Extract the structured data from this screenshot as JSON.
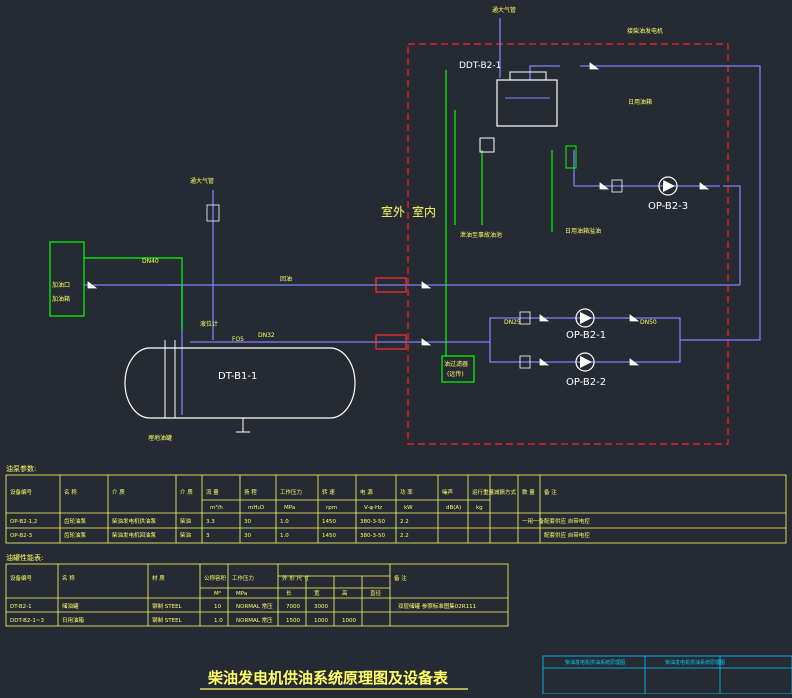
{
  "colors": {
    "background": "#262b33",
    "pipe_blue": "#8080ff",
    "pipe_green": "#00ff00",
    "equipment_white": "#ffffff",
    "valve_red": "#ff3030",
    "text_yellow": "#ffff66",
    "boundary_red": "#ff2020"
  },
  "diagram": {
    "title": "柴油发电机供油系统原理图及设备表",
    "zone_outdoor": "室外",
    "zone_indoor": "室内",
    "tanks": {
      "day_tank": "DDT-B2-1",
      "buried_tank": "DT-B1-1"
    },
    "pumps": {
      "p1": "OP-B2-1",
      "p2": "OP-B2-2",
      "p3": "OP-B2-3"
    },
    "small_labels": {
      "vent_top": "通大气管",
      "to_generator": "接柴油发电机",
      "day_tank_gauge": "日用油箱",
      "drain": "泄油至事故油池",
      "overflow": "日用油箱溢油",
      "vent_left": "通大气管",
      "fill_port": "加油口",
      "fill_box": "加油箱",
      "buried_note": "埋地油罐",
      "return_label": "回油",
      "filter_box": "油过滤器",
      "level_gauge": "液位计",
      "pipe_dn1": "DN40",
      "pipe_dn2": "DN32",
      "pipe_dn3": "DN25",
      "pipe_dn4": "DN50",
      "fo5": "FO5",
      "remote": "(远传)"
    },
    "pump_table": {
      "caption": "油泵参数:",
      "headers": [
        "设备编号",
        "名 称",
        "介 质",
        "介 质",
        "流 量",
        "扬 程",
        "工作压力",
        "转 速",
        "电 源",
        "功 率",
        "噪声",
        "运行重量",
        "减振方式",
        "数 量",
        "备 注"
      ],
      "units": [
        "",
        "",
        "",
        "",
        "m³/h",
        "mH₂O",
        "MPa",
        "rpm",
        "V-φ-Hz",
        "kW",
        "dB(A)",
        "kg",
        "",
        "",
        ""
      ],
      "rows": [
        [
          "OP-B2-1,2",
          "齿轮油泵",
          "柴油发电机供油泵",
          "柴油",
          "3.3",
          "30",
          "1.0",
          "1450",
          "380-3-50",
          "2.2",
          "",
          "",
          "",
          "一用一备",
          "配套供应 自带电控"
        ],
        [
          "OP-B2-3",
          "齿轮油泵",
          "柴油发电机回油泵",
          "柴油",
          "3",
          "30",
          "1.0",
          "1450",
          "380-3-50",
          "2.2",
          "",
          "",
          "",
          "",
          "配套供应 自带电控"
        ]
      ]
    },
    "tank_table": {
      "caption": "油罐性能表:",
      "headers": [
        "设备编号",
        "名 称",
        "材 质",
        "公称容积",
        "工作压力",
        "外 形 尺 寸",
        "备 注"
      ],
      "sub_headers": [
        "",
        "",
        "",
        "M³",
        "MPa",
        "长",
        "宽",
        "高",
        "直径",
        ""
      ],
      "rows": [
        [
          "DT-B2-1",
          "储油罐",
          "钢制 STEEL",
          "10",
          "NORMAL 常压",
          "7000",
          "3000",
          "",
          "",
          "双层储罐 参照标准图集02R111"
        ],
        [
          "DDT-B2-1~3",
          "日用油箱",
          "钢制 STEEL",
          "1.0",
          "NORMAL 常压",
          "1500",
          "1000",
          "1000",
          "",
          ""
        ]
      ]
    },
    "title_block": {
      "left": "柴油发电机供油系统原理图",
      "right": "柴油发电机供油系统原理图"
    }
  }
}
